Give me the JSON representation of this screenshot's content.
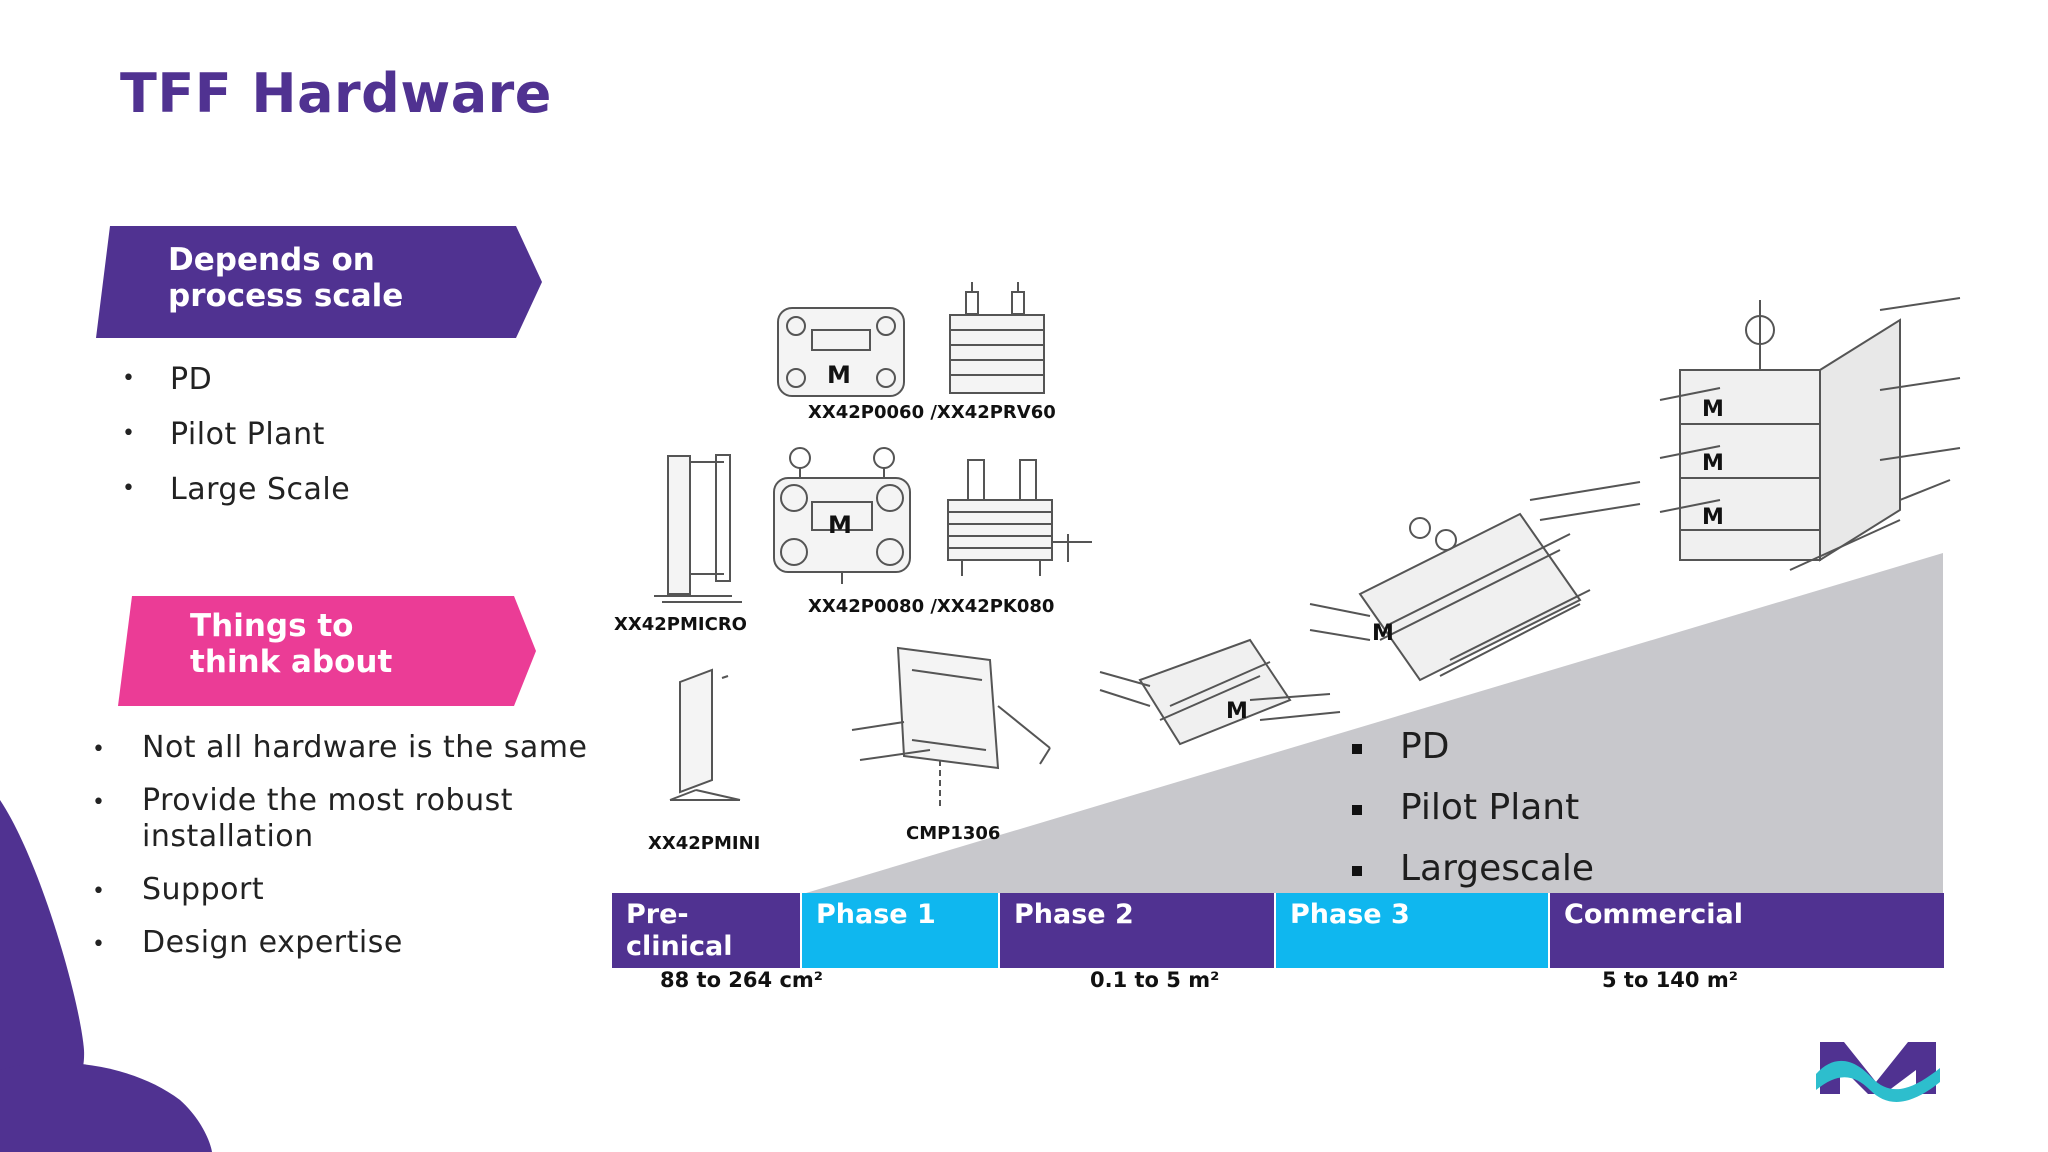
{
  "title": "TFF Hardware",
  "banner1": {
    "line1": "Depends on",
    "line2": "process scale"
  },
  "list1": [
    "PD",
    "Pilot Plant",
    "Large Scale"
  ],
  "banner2": {
    "line1": "Things to",
    "line2": "think about"
  },
  "list2": [
    {
      "line1": "Not all hardware is the same",
      "line2": ""
    },
    {
      "line1": "Provide the most robust",
      "line2": "installation"
    },
    {
      "line1": "Support",
      "line2": ""
    },
    {
      "line1": "Design expertise",
      "line2": ""
    }
  ],
  "bullet_glyph": "•",
  "devices": {
    "d1": "XX42P0060 /XX42PRV60",
    "d2": "XX42P0080 /XX42PK080",
    "d3": "XX42PMICRO",
    "d4": "XX42PMINI",
    "d5": "CMP1306"
  },
  "scale_list": [
    "PD",
    "Pilot Plant",
    "Largescale"
  ],
  "phases": [
    {
      "line1": "Pre-",
      "line2": "clinical"
    },
    {
      "line1": "Phase 1",
      "line2": ""
    },
    {
      "line1": "Phase 2",
      "line2": ""
    },
    {
      "line1": "Phase 3",
      "line2": ""
    },
    {
      "line1": "Commercial",
      "line2": ""
    }
  ],
  "areas": [
    "88 to 264 cm²",
    "0.1 to 5 m²",
    "5 to 140 m²"
  ],
  "colors": {
    "purple": "#503291",
    "pink": "#eb3c96",
    "cyan": "#0fb7ef",
    "ramp": "#c8c8cc"
  },
  "logo": "M"
}
